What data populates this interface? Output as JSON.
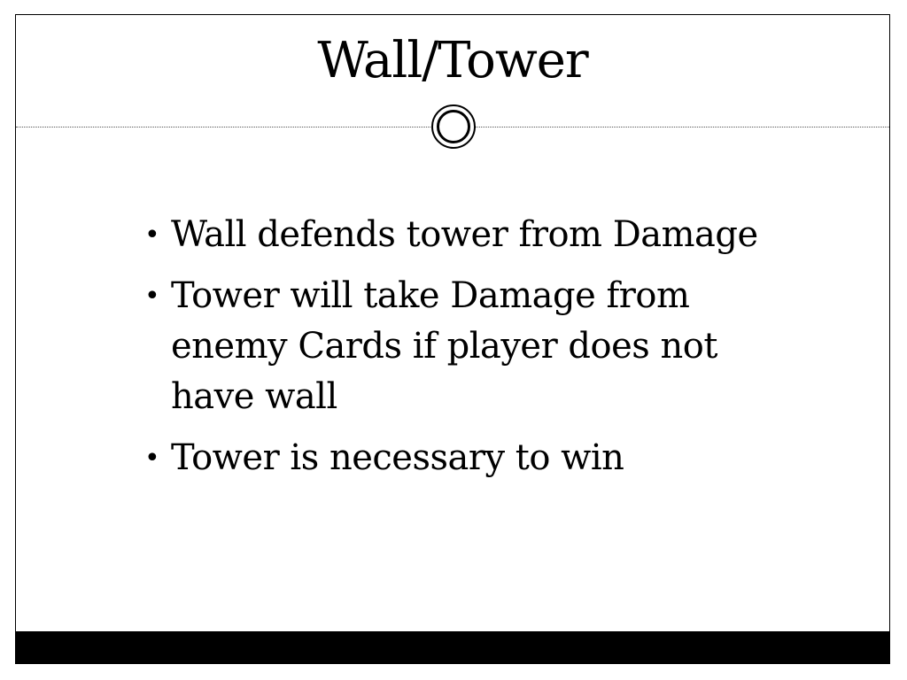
{
  "slide": {
    "title": "Wall/Tower",
    "bullets": [
      {
        "text": "Wall defends tower from Damage"
      },
      {
        "text": "Tower will take Damage from enemy Cards if player does not have wall"
      },
      {
        "text": "Tower is necessary to win"
      }
    ],
    "bullet_glyph": "•"
  },
  "colors": {
    "background": "#ffffff",
    "text": "#000000",
    "footer_bar": "#000000"
  }
}
